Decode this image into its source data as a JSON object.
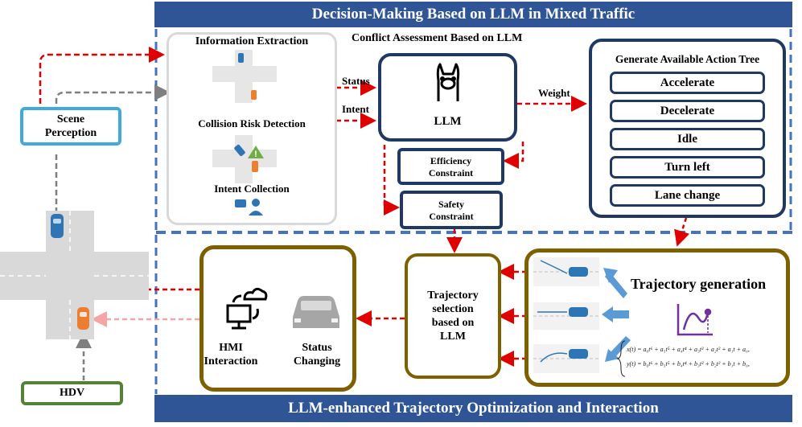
{
  "top_banner": "Decision-Making Based on LLM in Mixed Traffic",
  "bottom_banner": "LLM-enhanced Trajectory Optimization and Interaction",
  "info_extraction": {
    "title": "Information Extraction",
    "collision_label": "Collision Risk Detection",
    "intent_label": "Intent Collection"
  },
  "conflict": {
    "title": "Conflict Assessment Based on LLM",
    "llm_label": "LLM",
    "status_label": "Status",
    "intent_label": "Intent",
    "weight_label": "Weight",
    "efficiency": [
      "Efficiency",
      "Constraint"
    ],
    "safety": [
      "Safety",
      "Constraint"
    ]
  },
  "action_tree": {
    "title": "Generate Available Action Tree",
    "actions": [
      "Accelerate",
      "Decelerate",
      "Idle",
      "Turn left",
      "Lane change"
    ]
  },
  "scene_perception": [
    "Scene",
    "Perception"
  ],
  "hdv": "HDV",
  "trajectory_selection": [
    "Trajectory",
    "selection",
    "based on",
    "LLM"
  ],
  "trajectory_generation": "Trajectory generation",
  "hmi": [
    "HMI",
    "Interaction"
  ],
  "status_changing": [
    "Status",
    "Changing"
  ],
  "equations": [
    "x(t) = a₆t⁶ + a₅t⁵ + a₄t⁴ + a₃t³ + a₂t² + a₁t + a₀,",
    "y(t) = b₆t⁶ + b₅t⁵ + b₄t⁴ + b₃t³ + b₂t² + b₁t + b₀,"
  ],
  "icons": [
    "llama-icon",
    "vehicle-icon",
    "intersection-icon",
    "warning-icon",
    "person-chat-icon",
    "computer-icon",
    "car-icon",
    "curve-plot-icon"
  ],
  "colors": {
    "banner_blue": "#2f5597",
    "dashed_blue": "#4472c4",
    "dark_navy": "#1f3864",
    "olive": "#7f6000",
    "scene_blue": "#3fa9e0",
    "hdv_green": "#548235",
    "arrow_red": "#e00000"
  }
}
